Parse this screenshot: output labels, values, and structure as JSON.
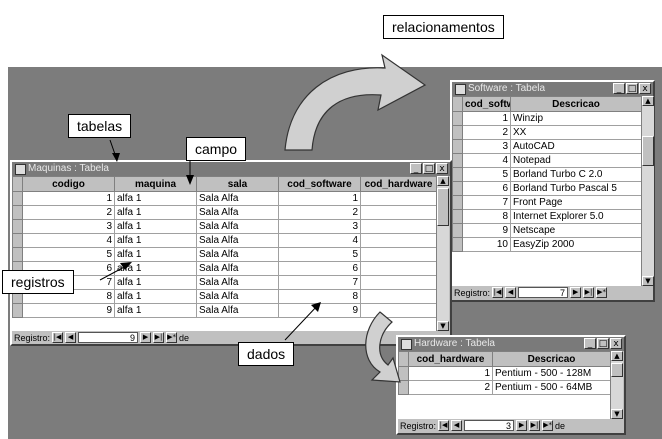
{
  "callouts": {
    "relacionamentos": "relacionamentos",
    "tabelas": "tabelas",
    "campo": "campo",
    "registros": "registros",
    "dados": "dados"
  },
  "maquinas": {
    "title": "Maquinas : Tabela",
    "columns": [
      "codigo",
      "maquina",
      "sala",
      "cod_software",
      "cod_hardware"
    ],
    "rows": [
      [
        "1",
        "alfa 1",
        "Sala Alfa",
        "1",
        ""
      ],
      [
        "2",
        "alfa 1",
        "Sala Alfa",
        "2",
        ""
      ],
      [
        "3",
        "alfa 1",
        "Sala Alfa",
        "3",
        ""
      ],
      [
        "4",
        "alfa 1",
        "Sala Alfa",
        "4",
        ""
      ],
      [
        "5",
        "alfa 1",
        "Sala Alfa",
        "5",
        ""
      ],
      [
        "6",
        "alfa 1",
        "Sala Alfa",
        "6",
        ""
      ],
      [
        "7",
        "alfa 1",
        "Sala Alfa",
        "7",
        ""
      ],
      [
        "8",
        "alfa 1",
        "Sala Alfa",
        "8",
        ""
      ],
      [
        "9",
        "alfa 1",
        "Sala Alfa",
        "9",
        ""
      ]
    ],
    "nav_label": "Registro:",
    "nav_value": "9",
    "nav_of": "de"
  },
  "software": {
    "title": "Software : Tabela",
    "columns": [
      "cod_softw",
      "Descricao"
    ],
    "rows": [
      [
        "1",
        "Winzip"
      ],
      [
        "2",
        "XX"
      ],
      [
        "3",
        "AutoCAD"
      ],
      [
        "4",
        "Notepad"
      ],
      [
        "5",
        "Borland Turbo C 2.0"
      ],
      [
        "6",
        "Borland Turbo Pascal 5"
      ],
      [
        "7",
        "Front Page"
      ],
      [
        "8",
        "Internet Explorer 5.0"
      ],
      [
        "9",
        "Netscape"
      ],
      [
        "10",
        "EasyZip 2000"
      ]
    ],
    "nav_label": "Registro:",
    "nav_value": "7"
  },
  "hardware": {
    "title": "Hardware : Tabela",
    "columns": [
      "cod_hardware",
      "Descricao"
    ],
    "rows": [
      [
        "1",
        "Pentium - 500 - 128M"
      ],
      [
        "2",
        "Pentium - 500 - 64MB"
      ]
    ],
    "nav_label": "Registro:",
    "nav_value": "3",
    "nav_of": "de"
  },
  "window_buttons": {
    "minimize": "_",
    "maximize": "□",
    "close": "x"
  },
  "colors": {
    "background": "#7c7c7c",
    "window": "#c0c0c0",
    "titlebar": "#7a7a7a",
    "arrow_fill": "#d0d0d0"
  }
}
